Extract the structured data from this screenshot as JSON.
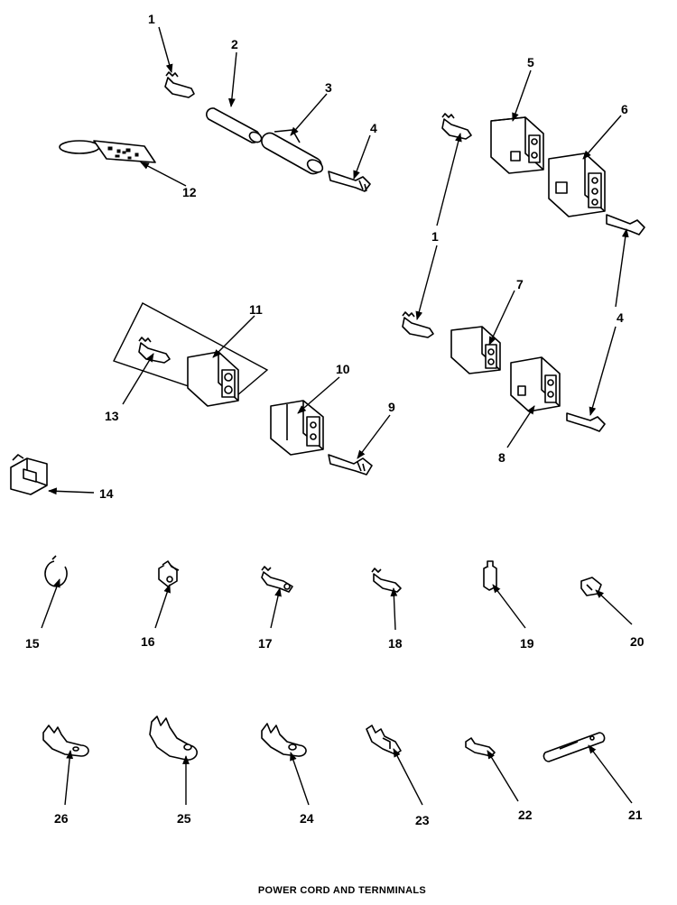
{
  "diagram": {
    "title": "POWER CORD AND TERNMINALS",
    "parts": [
      {
        "id": "1a",
        "label": "1"
      },
      {
        "id": "2",
        "label": "2"
      },
      {
        "id": "3",
        "label": "3"
      },
      {
        "id": "4a",
        "label": "4"
      },
      {
        "id": "5",
        "label": "5"
      },
      {
        "id": "6",
        "label": "6"
      },
      {
        "id": "1b",
        "label": "1"
      },
      {
        "id": "4b",
        "label": "4"
      },
      {
        "id": "7",
        "label": "7"
      },
      {
        "id": "8",
        "label": "8"
      },
      {
        "id": "9",
        "label": "9"
      },
      {
        "id": "10",
        "label": "10"
      },
      {
        "id": "11",
        "label": "11"
      },
      {
        "id": "12",
        "label": "12"
      },
      {
        "id": "13",
        "label": "13"
      },
      {
        "id": "14",
        "label": "14"
      },
      {
        "id": "15",
        "label": "15"
      },
      {
        "id": "16",
        "label": "16"
      },
      {
        "id": "17",
        "label": "17"
      },
      {
        "id": "18",
        "label": "18"
      },
      {
        "id": "19",
        "label": "19"
      },
      {
        "id": "20",
        "label": "20"
      },
      {
        "id": "21",
        "label": "21"
      },
      {
        "id": "22",
        "label": "22"
      },
      {
        "id": "23",
        "label": "23"
      },
      {
        "id": "24",
        "label": "24"
      },
      {
        "id": "25",
        "label": "25"
      },
      {
        "id": "26",
        "label": "26"
      }
    ]
  }
}
